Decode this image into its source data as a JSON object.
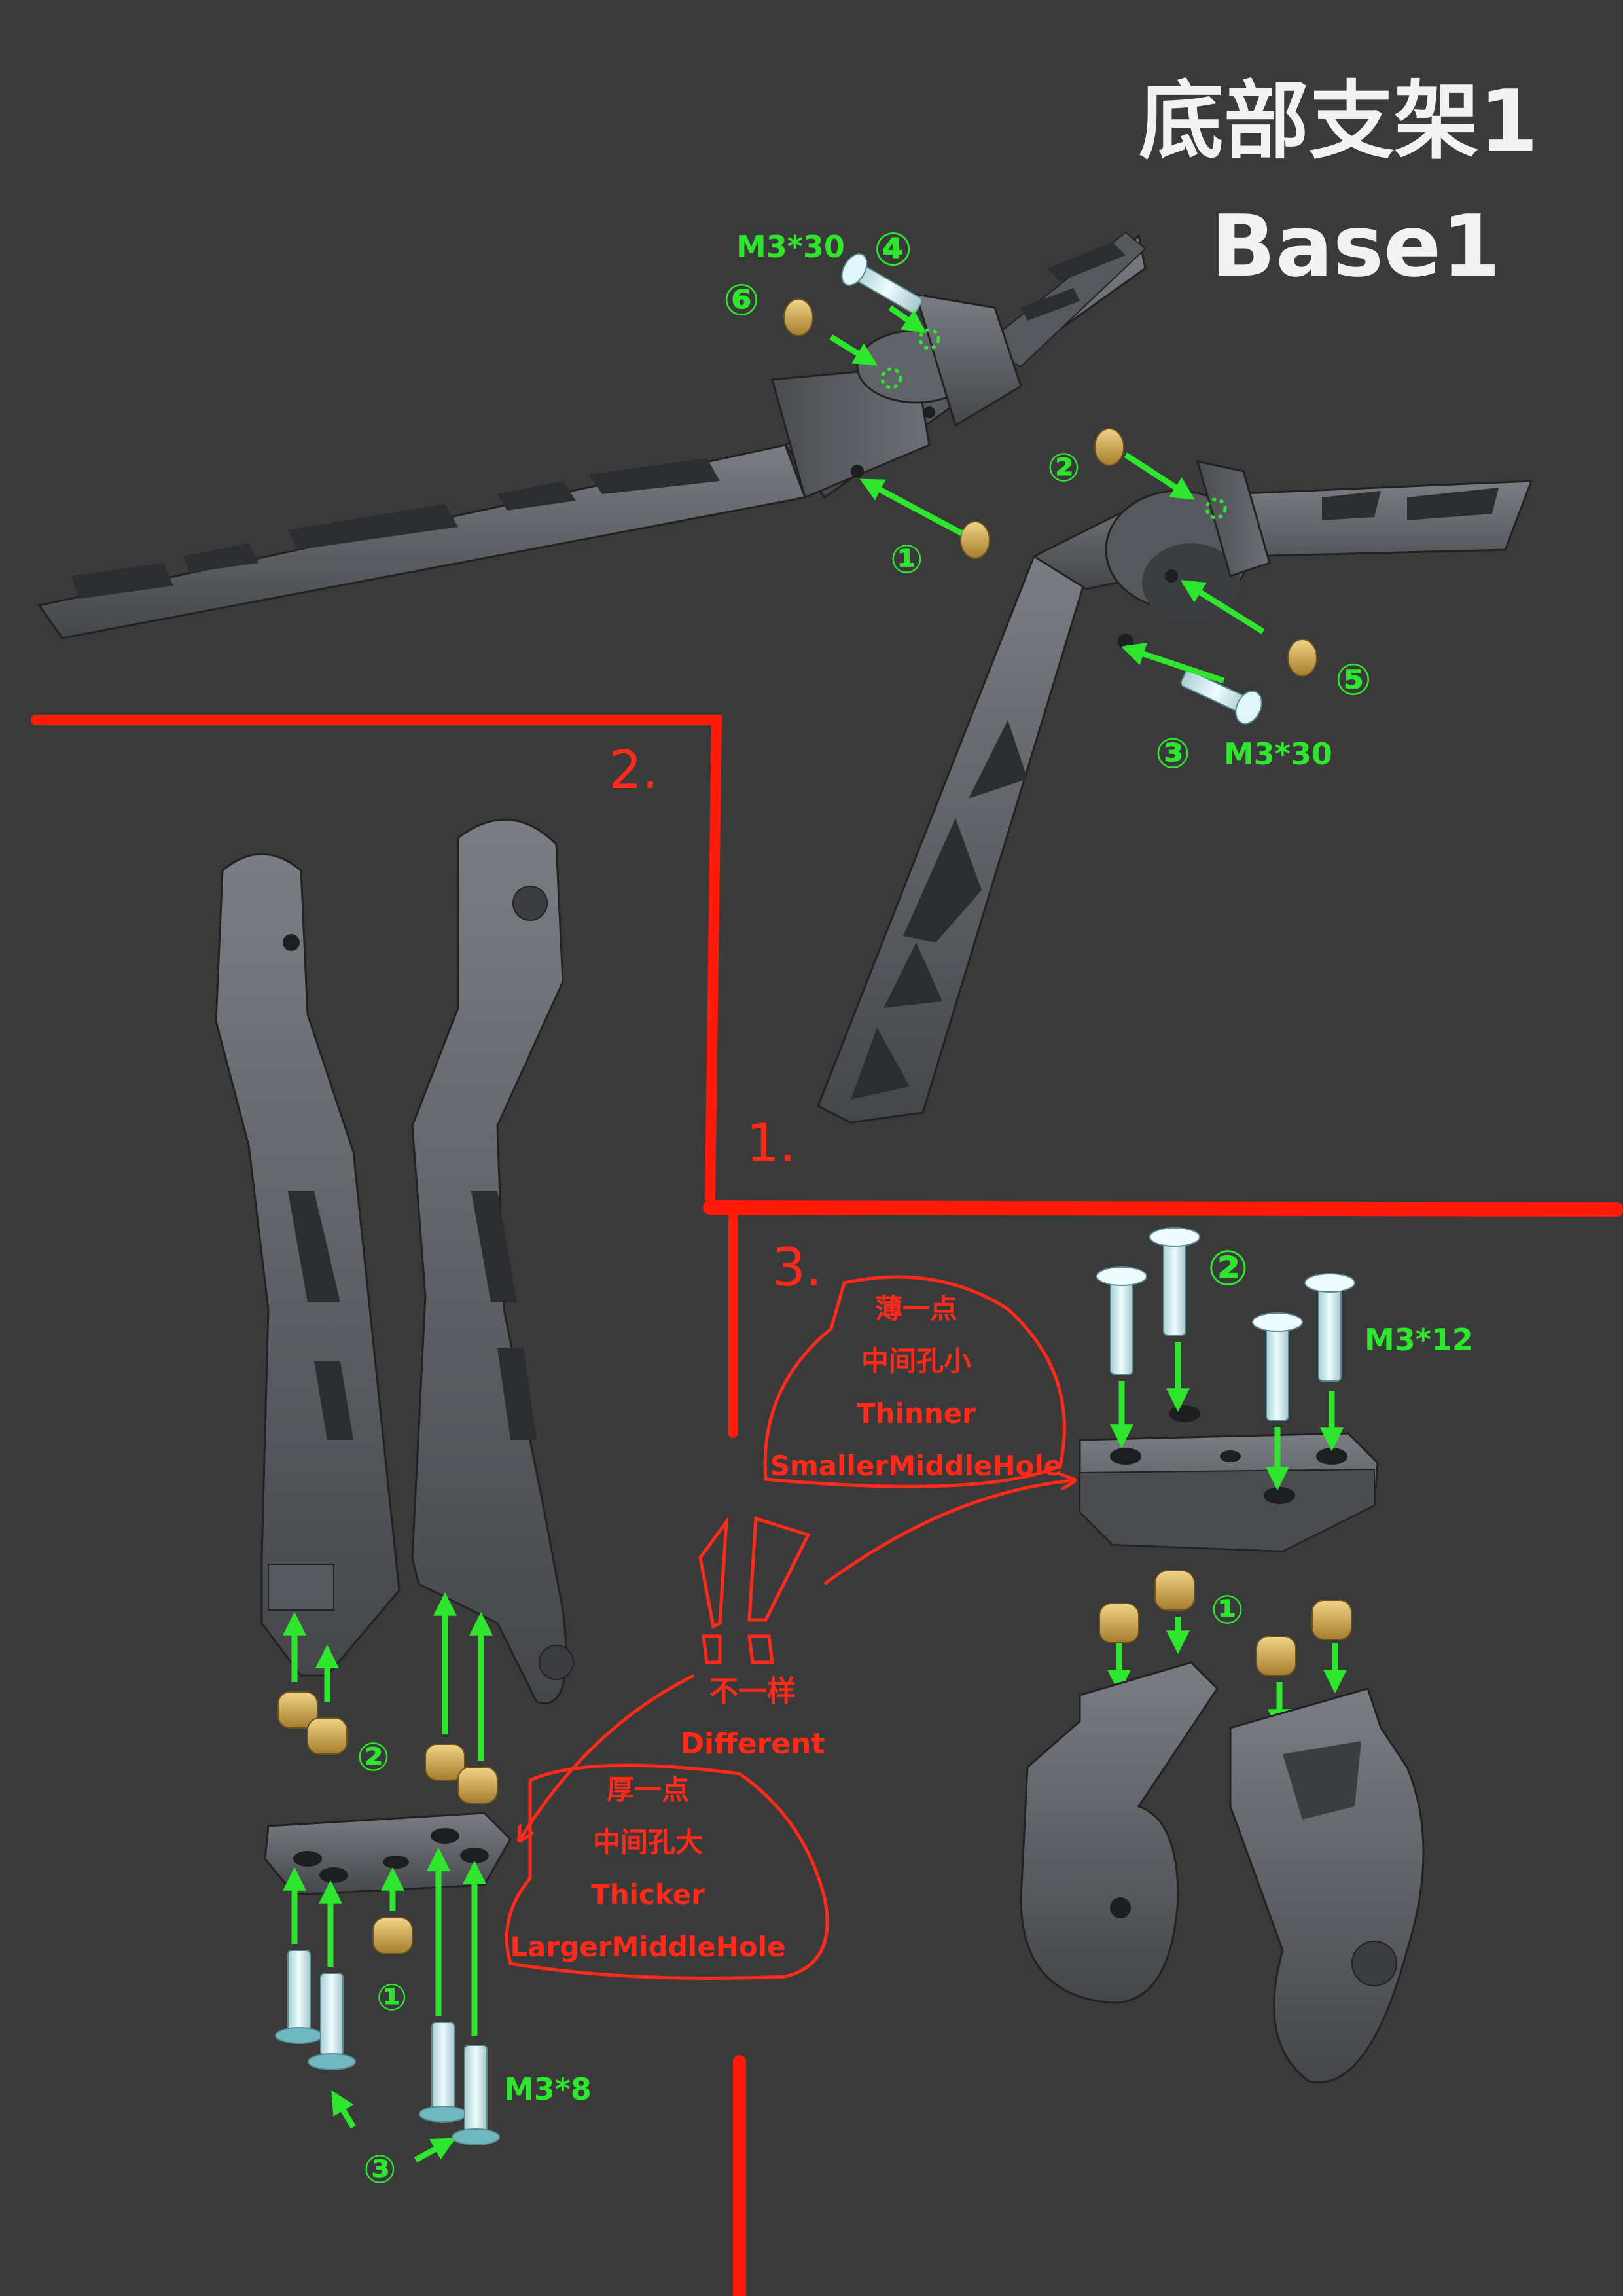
{
  "title_cn": "底部支架1",
  "title_en": "Base1",
  "steps": [
    "1.",
    "2.",
    "3."
  ],
  "screw_labels": {
    "m3x30_top": "M3*30",
    "m3x30_bottom": "M3*30",
    "m3x8": "M3*8",
    "m3x12": "M3*12"
  },
  "order_marks": {
    "s1_1": "①",
    "s1_2": "②",
    "s1_3": "③",
    "s1_4": "④",
    "s1_5": "⑤",
    "s1_6": "⑥",
    "s2_1": "①",
    "s2_2": "②",
    "s2_3": "③",
    "s3_1": "①",
    "s3_2": "②"
  },
  "notes": {
    "thin": [
      "薄一点",
      "中间孔小",
      "Thinner",
      "SmallerMiddleHole"
    ],
    "different": [
      "不一样",
      "Different"
    ],
    "thick": [
      "厚一点",
      "中间孔大",
      "Thicker",
      "LargerMiddleHole"
    ]
  },
  "colors": {
    "background": "#3a3a3a",
    "part_metal": "#5a5d62",
    "annotation_green": "#2ee62e",
    "annotation_red": "#ff2a1a",
    "insert_brass": "#d8b25a",
    "screw_steel": "#cfe7ea"
  }
}
